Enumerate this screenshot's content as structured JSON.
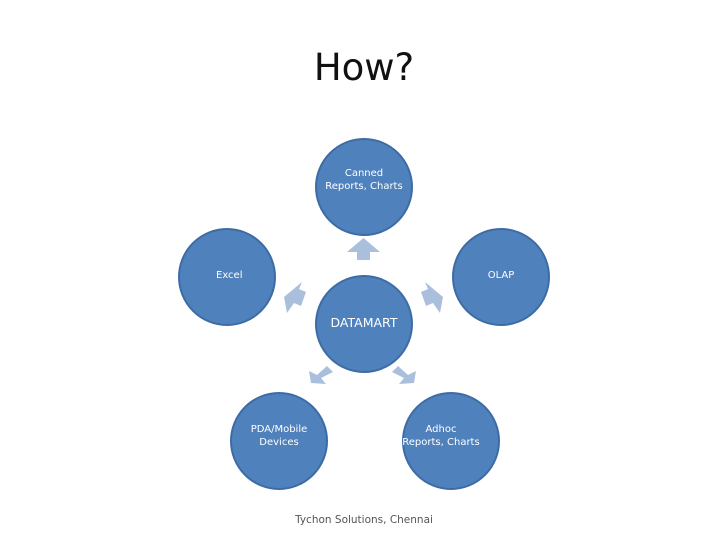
{
  "slide": {
    "title": "How?",
    "footer": "Tychon Solutions, Chennai"
  },
  "diagram": {
    "hub": {
      "label": "DATAMART"
    },
    "nodes": [
      {
        "id": "canned",
        "lines": [
          "Canned",
          "Reports, Charts"
        ]
      },
      {
        "id": "olap",
        "lines": [
          "OLAP"
        ]
      },
      {
        "id": "adhoc",
        "lines": [
          "Adhoc",
          "Reports, Charts"
        ]
      },
      {
        "id": "pda",
        "lines": [
          "PDA/Mobile",
          "Devices"
        ]
      },
      {
        "id": "excel",
        "lines": [
          "Excel"
        ]
      }
    ],
    "colors": {
      "node_fill": "#4f81bd",
      "node_border": "#3d6ca5",
      "arrow_fill": "#a9bfdc"
    }
  }
}
